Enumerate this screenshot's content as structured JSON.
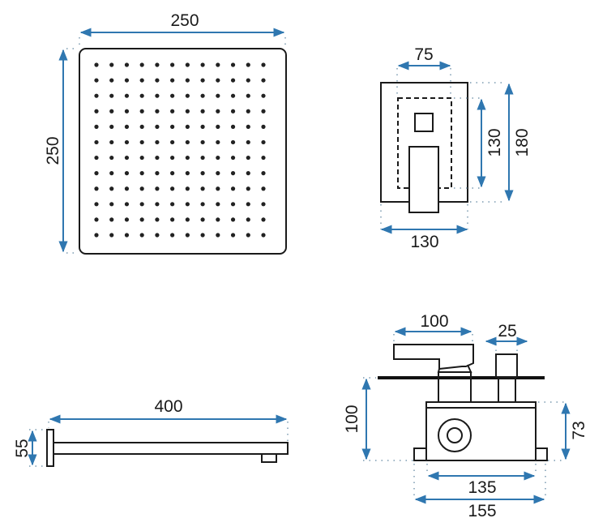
{
  "shower_head": {
    "width_label": "250",
    "height_label": "250",
    "nozzle_rows": 12,
    "nozzle_cols": 12
  },
  "wall_plate": {
    "inner_width_label": "75",
    "width_label": "130",
    "inner_height_label": "130",
    "height_label": "180"
  },
  "shower_arm": {
    "length_label": "400",
    "height_label": "55"
  },
  "mixer_body": {
    "lever_label": "100",
    "cartridge_label": "25",
    "depth_label": "100",
    "box_height_label": "73",
    "box_width_label": "135",
    "overall_width_label": "155"
  },
  "colors": {
    "dimension": "#2f77b0",
    "outline": "#1a1a1a"
  }
}
